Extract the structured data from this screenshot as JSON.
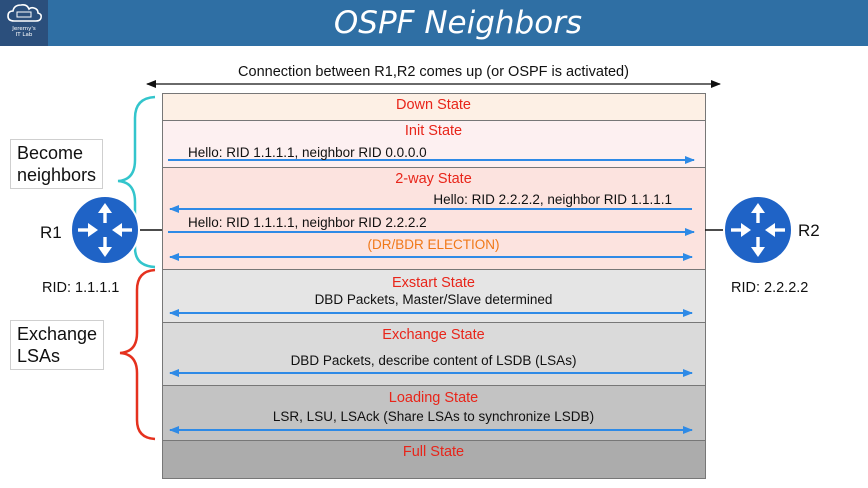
{
  "header": {
    "title": "OSPF Neighbors",
    "logo_line1": "Jeremy's",
    "logo_line2": "IT Lab"
  },
  "colors": {
    "header_bg": "#2f6fa4",
    "logo_bg": "#2b4f7c",
    "state_text": "#e8251a",
    "arrow": "#2e8ae6",
    "election_text": "#f07818",
    "brace_top": "#33c5cc",
    "brace_bottom": "#e5311e"
  },
  "connection_label": "Connection between R1,R2 comes up (or OSPF is activated)",
  "phases": {
    "become": [
      "Become",
      "neighbors"
    ],
    "exchange": [
      "Exchange",
      "LSAs"
    ]
  },
  "routers": {
    "r1": {
      "name": "R1",
      "rid": "RID: 1.1.1.1",
      "icon": "router-icon"
    },
    "r2": {
      "name": "R2",
      "rid": "RID: 2.2.2.2",
      "icon": "router-icon"
    }
  },
  "states": [
    {
      "name": "Down State"
    },
    {
      "name": "Init State",
      "messages": [
        "Hello: RID 1.1.1.1, neighbor RID 0.0.0.0"
      ]
    },
    {
      "name": "2-way State",
      "messages": [
        "Hello: RID 2.2.2.2, neighbor RID 1.1.1.1",
        "Hello: RID 1.1.1.1, neighbor RID 2.2.2.2"
      ],
      "election": "(DR/BDR ELECTION)"
    },
    {
      "name": "Exstart State",
      "messages": [
        "DBD Packets, Master/Slave determined"
      ]
    },
    {
      "name": "Exchange State",
      "messages": [
        "DBD Packets, describe content of LSDB (LSAs)"
      ]
    },
    {
      "name": "Loading State",
      "messages": [
        "LSR, LSU, LSAck (Share LSAs to synchronize LSDB)"
      ]
    },
    {
      "name": "Full State"
    }
  ]
}
